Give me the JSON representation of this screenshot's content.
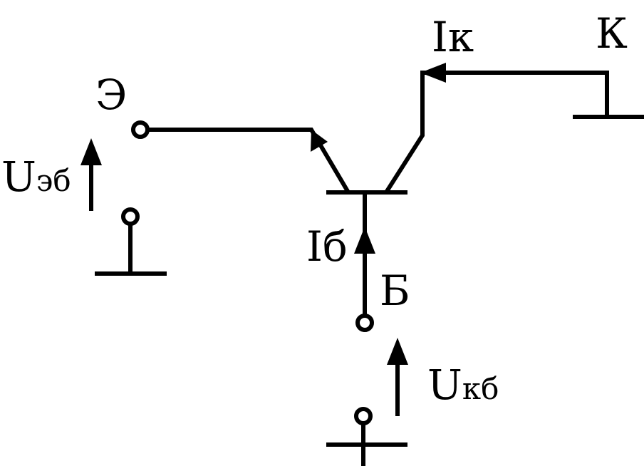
{
  "diagram": {
    "labels": {
      "emitter": "Э",
      "collector": "К",
      "base": "Б"
    },
    "currents": {
      "collector": {
        "symbol": "I",
        "subscript": "к"
      },
      "base": {
        "symbol": "I",
        "subscript": "б"
      }
    },
    "voltages": {
      "emitter_base": {
        "symbol": "U",
        "subscript": "эб"
      },
      "collector_base": {
        "symbol": "U",
        "subscript": "кб"
      }
    },
    "colors": {
      "stroke": "#000000",
      "background": "#ffffff"
    }
  }
}
